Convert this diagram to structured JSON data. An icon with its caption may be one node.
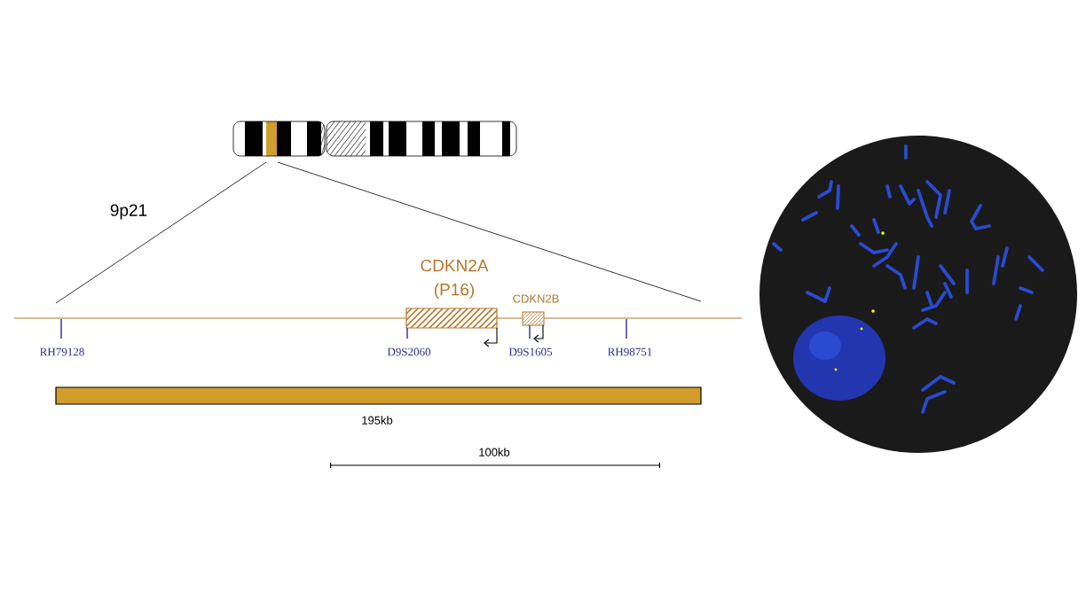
{
  "diagram": {
    "nodes": [
      {
        "text": [
          "CDKN2A (P16)"
        ]
      },
      {
        "text": [
          "CDKN2B"
        ]
      },
      {
        "text": [
          "195kb"
        ]
      }
    ],
    "labels": [
      "9p21",
      "RH79128",
      "D9S2060",
      "D9S1605",
      "RH98751",
      "100kb"
    ]
  }
}
